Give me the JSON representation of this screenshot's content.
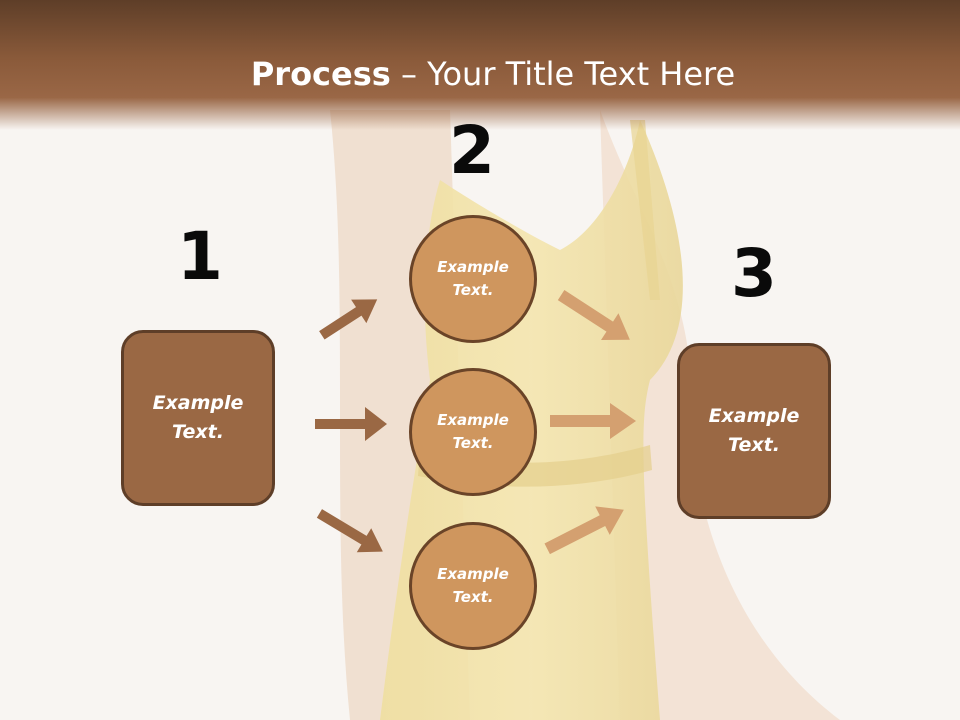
{
  "slide": {
    "title_bold": "Process",
    "title_rest": " – Your Title Text Here"
  },
  "steps": [
    {
      "number": "1",
      "text": "Example Text."
    },
    {
      "number": "2",
      "items": [
        "Example Text.",
        "Example Text.",
        "Example Text."
      ]
    },
    {
      "number": "3",
      "text": "Example Text."
    }
  ],
  "colors": {
    "title_bar": "#8a5a3a",
    "box_fill": "#9a6844",
    "circle_fill": "#cf965e",
    "arrow_dark": "#9a6844",
    "arrow_light": "#d4a070"
  }
}
